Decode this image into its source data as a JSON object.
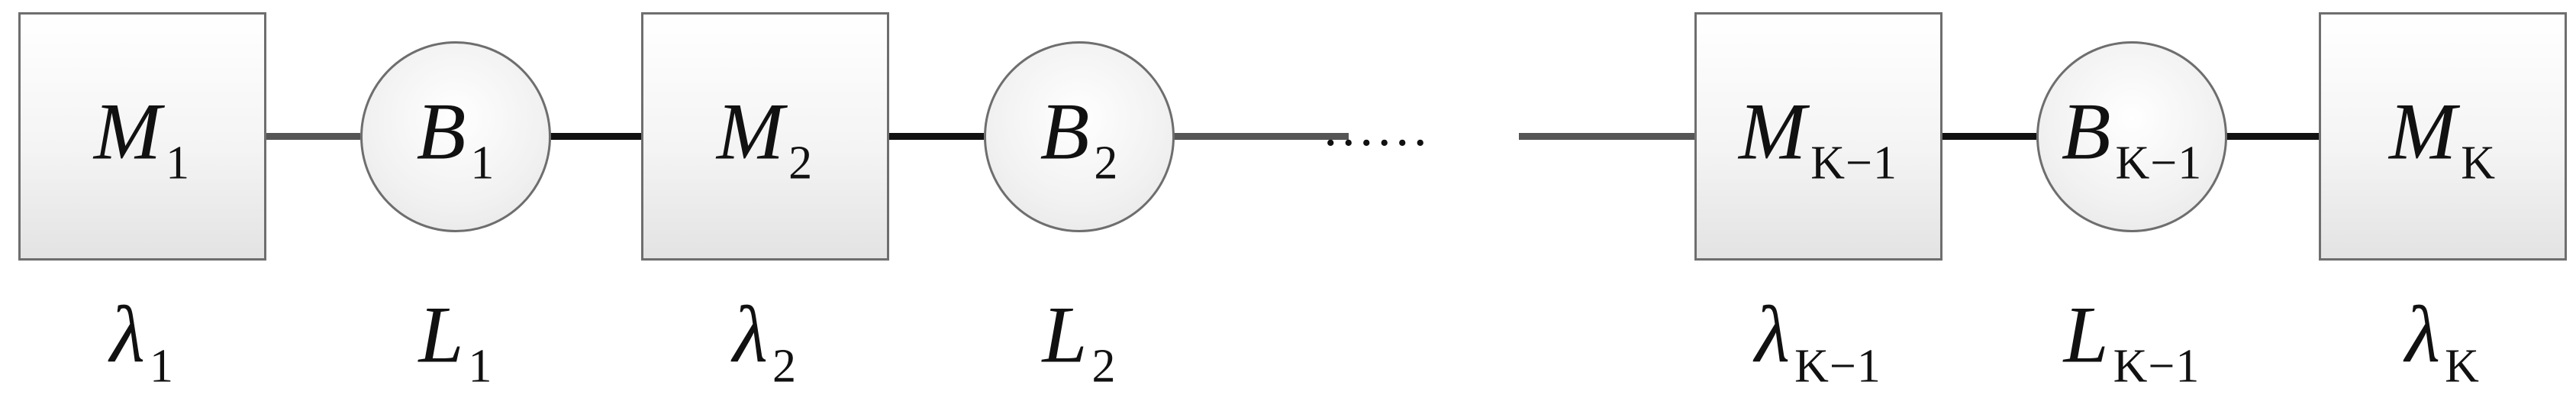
{
  "diagram": {
    "nodes": [
      {
        "id": "M1",
        "kind": "machine",
        "symbol": "M",
        "index": "1",
        "param_symbol": "λ",
        "param_index": "1"
      },
      {
        "id": "B1",
        "kind": "buffer",
        "symbol": "B",
        "index": "1",
        "param_symbol": "L",
        "param_index": "1"
      },
      {
        "id": "M2",
        "kind": "machine",
        "symbol": "M",
        "index": "2",
        "param_symbol": "λ",
        "param_index": "2"
      },
      {
        "id": "B2",
        "kind": "buffer",
        "symbol": "B",
        "index": "2",
        "param_symbol": "L",
        "param_index": "2"
      },
      {
        "id": "MK-1",
        "kind": "machine",
        "symbol": "M",
        "index": "K−1",
        "param_symbol": "λ",
        "param_index": "K−1"
      },
      {
        "id": "BK-1",
        "kind": "buffer",
        "symbol": "B",
        "index": "K−1",
        "param_symbol": "L",
        "param_index": "K−1"
      },
      {
        "id": "MK",
        "kind": "machine",
        "symbol": "M",
        "index": "K",
        "param_symbol": "λ",
        "param_index": "K"
      }
    ],
    "ellipsis": "......"
  }
}
